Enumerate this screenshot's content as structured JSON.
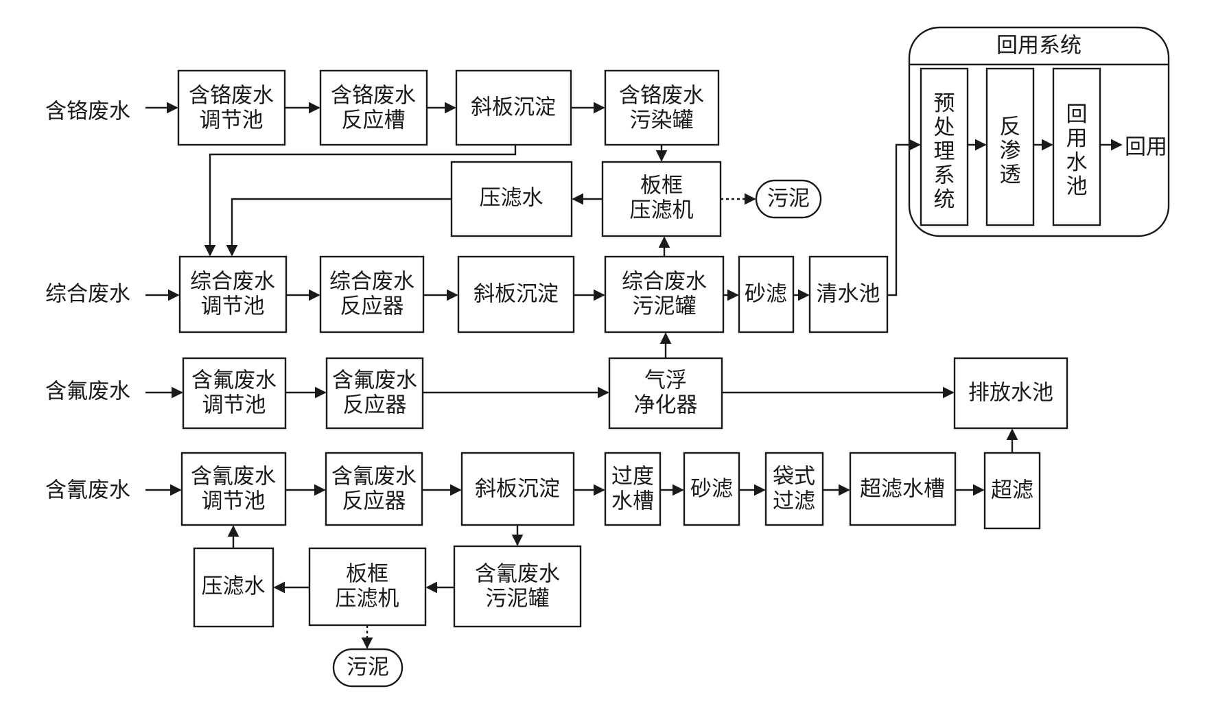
{
  "inputs": {
    "chromium": "含铬废水",
    "combined": "综合废水",
    "fluoride": "含氟废水",
    "cyanide": "含氰废水"
  },
  "chromium_line": {
    "regulating_tank": [
      "含铬废水",
      "调节池"
    ],
    "reaction_tank": [
      "含铬废水",
      "反应槽"
    ],
    "inclined_settler": "斜板沉淀",
    "sludge_tank": [
      "含铬废水",
      "污染罐"
    ],
    "filter_press": [
      "板框",
      "压滤机"
    ],
    "filtrate": "压滤水",
    "sludge": "污泥"
  },
  "combined_line": {
    "regulating_tank": [
      "综合废水",
      "调节池"
    ],
    "reactor": [
      "综合废水",
      "反应器"
    ],
    "inclined_settler": "斜板沉淀",
    "sludge_tank": [
      "综合废水",
      "污泥罐"
    ],
    "sand_filter": "砂滤",
    "clear_water_tank": "清水池"
  },
  "fluoride_line": {
    "regulating_tank": [
      "含氟废水",
      "调节池"
    ],
    "reactor": [
      "含氟废水",
      "反应器"
    ],
    "air_flotation": [
      "气浮",
      "净化器"
    ],
    "discharge_tank": "排放水池"
  },
  "cyanide_line": {
    "regulating_tank": [
      "含氰废水",
      "调节池"
    ],
    "reactor": [
      "含氰废水",
      "反应器"
    ],
    "inclined_settler": "斜板沉淀",
    "transition_tank": [
      "过度",
      "水槽"
    ],
    "sand_filter": "砂滤",
    "bag_filter": [
      "袋式",
      "过滤"
    ],
    "uf_tank": "超滤水槽",
    "uf": "超滤",
    "sludge_tank": [
      "含氰废水",
      "污泥罐"
    ],
    "filter_press": [
      "板框",
      "压滤机"
    ],
    "filtrate": "压滤水",
    "sludge": "污泥"
  },
  "reuse_system": {
    "title": "回用系统",
    "pretreatment": "预处理系统",
    "reverse_osmosis": "反渗透",
    "reuse_tank": "回用水池",
    "output": "回用"
  }
}
